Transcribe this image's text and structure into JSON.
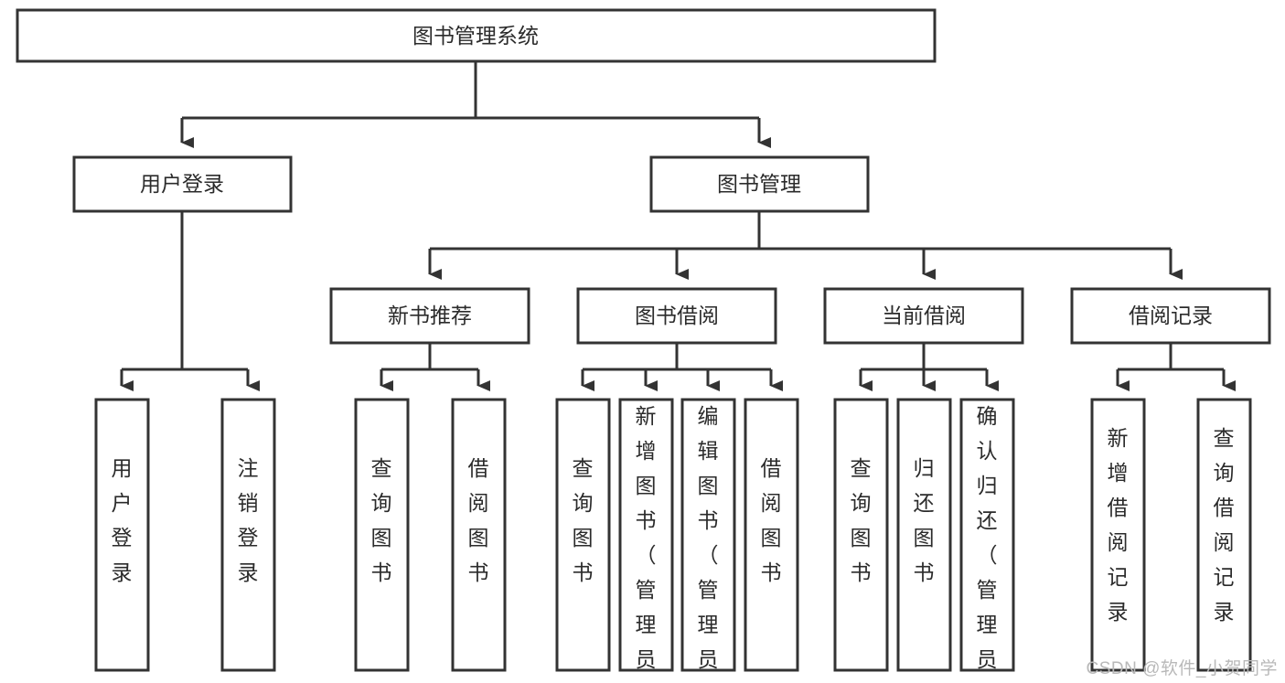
{
  "diagram": {
    "type": "tree-hierarchy",
    "title": "图书管理系统",
    "watermark": "CSDN @软件_小贺同学",
    "colors": {
      "stroke": "#333333",
      "box_fill": "#ffffff",
      "text": "#2b2b2b",
      "background": "#ffffff",
      "watermark_text": "#b9b9b9"
    },
    "levels": {
      "root": {
        "label": "图书管理系统"
      },
      "level2": [
        {
          "label": "用户登录"
        },
        {
          "label": "图书管理"
        }
      ],
      "level3": [
        {
          "label": "新书推荐"
        },
        {
          "label": "图书借阅"
        },
        {
          "label": "当前借阅"
        },
        {
          "label": "借阅记录"
        }
      ],
      "leaves": [
        {
          "label": "用户登录"
        },
        {
          "label": "注销登录"
        },
        {
          "label": "查询图书"
        },
        {
          "label": "借阅图书"
        },
        {
          "label": "查询图书"
        },
        {
          "label": "新增图书（管理员）"
        },
        {
          "label": "编辑图书（管理员）"
        },
        {
          "label": "借阅图书"
        },
        {
          "label": "查询图书"
        },
        {
          "label": "归还图书"
        },
        {
          "label": "确认归还（管理员）"
        },
        {
          "label": "新增借阅记录"
        },
        {
          "label": "查询借阅记录"
        }
      ]
    },
    "nodes": {
      "root": "图书管理系统",
      "user_login": "用户登录",
      "book_manage": "图书管理",
      "new_book_rec": "新书推荐",
      "book_borrow": "图书借阅",
      "current_borrow": "当前借阅",
      "borrow_record": "借阅记录",
      "leaf_user_login": "用户登录",
      "leaf_logout": "注销登录",
      "leaf_query_book_1": "查询图书",
      "leaf_borrow_book_1": "借阅图书",
      "leaf_query_book_2": "查询图书",
      "leaf_add_book_admin": "新增图书（管理员）",
      "leaf_edit_book_admin": "编辑图书（管理员）",
      "leaf_borrow_book_2": "借阅图书",
      "leaf_query_book_3": "查询图书",
      "leaf_return_book": "归还图书",
      "leaf_confirm_return_admin": "确认归还（管理员）",
      "leaf_add_record": "新增借阅记录",
      "leaf_query_record": "查询借阅记录"
    }
  }
}
